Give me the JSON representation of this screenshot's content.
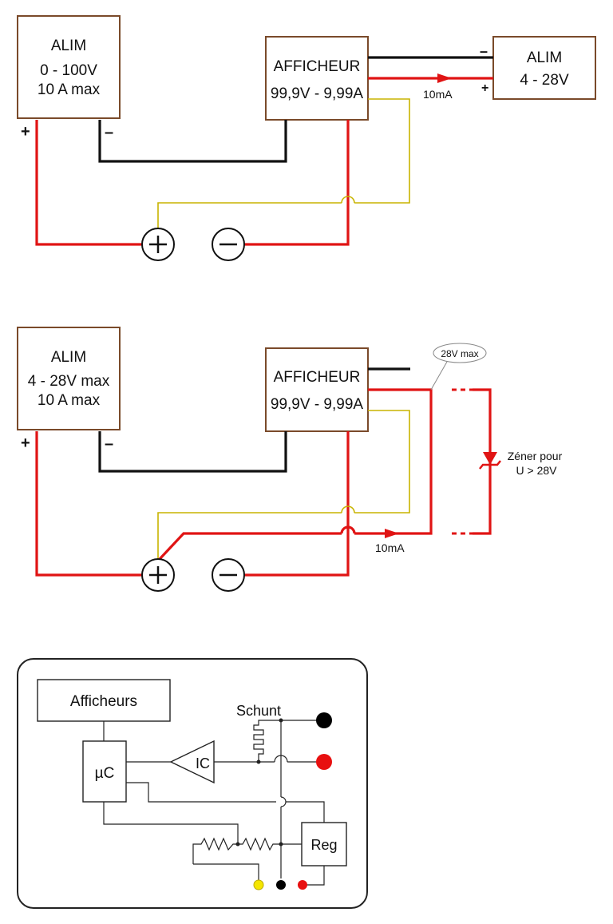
{
  "diagram1": {
    "alim_main": {
      "title": "ALIM",
      "line1": "0 - 100V",
      "line2": "10 A max"
    },
    "afficheur": {
      "title": "AFFICHEUR",
      "range": "99,9V - 9,99A"
    },
    "alim_aux": {
      "title": "ALIM",
      "range": "4 - 28V"
    },
    "current_label": "10mA",
    "plus": "+",
    "minus": "–"
  },
  "diagram2": {
    "alim_main": {
      "title": "ALIM",
      "line1": "4 - 28V max",
      "line2": "10 A max"
    },
    "afficheur": {
      "title": "AFFICHEUR",
      "range": "99,9V - 9,99A"
    },
    "callout": "28V max",
    "zener_label_1": "Zéner pour",
    "zener_label_2": "U > 28V",
    "current_label": "10mA",
    "plus": "+",
    "minus": "–"
  },
  "diagram3": {
    "afficheurs": "Afficheurs",
    "uc": "µC",
    "ic": "IC",
    "schunt": "Schunt",
    "reg": "Reg"
  },
  "colors": {
    "red": "#e01414",
    "black": "#111111",
    "yellow": "#c8b400",
    "box": "#7a4a2a"
  }
}
